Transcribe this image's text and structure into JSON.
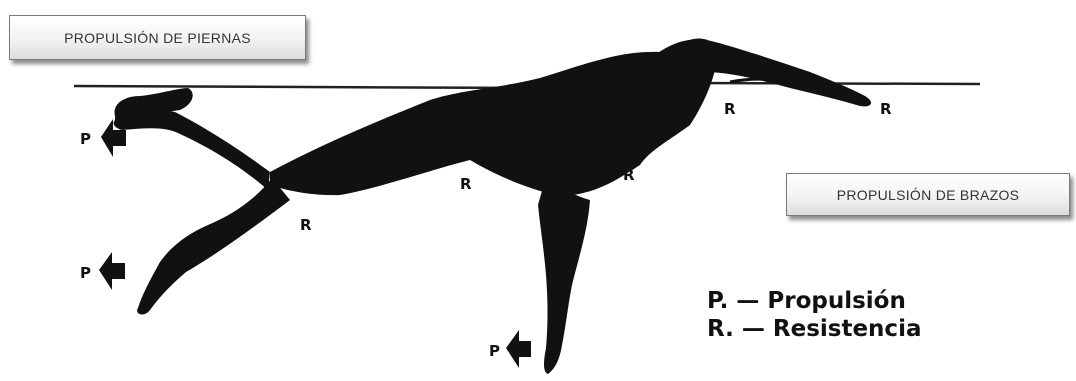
{
  "boxes": {
    "legs": "PROPULSIÓN DE PIERNAS",
    "arms": "PROPULSIÓN DE BRAZOS"
  },
  "markers": {
    "propulsion": "P",
    "resistance": "R"
  },
  "legend": {
    "propulsion": "P. — Propulsión",
    "resistance": "R. — Resistencia"
  },
  "colors": {
    "silhouette": "#111111",
    "water_line": "#222222"
  }
}
